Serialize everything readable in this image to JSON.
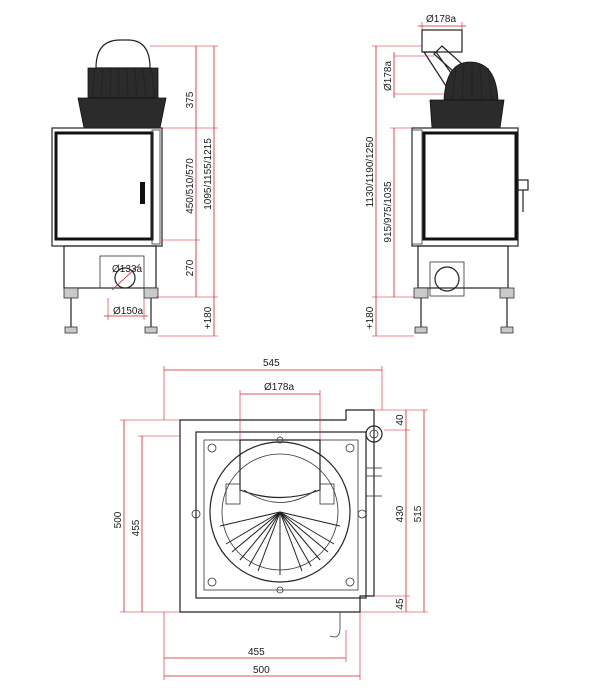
{
  "front_view": {
    "dims": {
      "dome_height": "375",
      "door_heights": "450/510/570",
      "total_heights": "1095/1155/1215",
      "base_height": "270",
      "leg_height": "+180",
      "outlet_diameter": "Ø133a",
      "outlet_diameter_bottom": "Ø150a"
    }
  },
  "side_view": {
    "dims": {
      "flue_top": "Ø178a",
      "flue_side": "Ø178a",
      "total_heights": "1130/1190/1250",
      "door_heights": "915/975/1035",
      "leg_height": "+180"
    }
  },
  "top_view": {
    "dims": {
      "overall_width": "545",
      "flue_diameter": "Ø178a",
      "right_top": "40",
      "right_mid": "430",
      "right_bottom": "45",
      "right_total": "515",
      "left_outer": "500",
      "left_inner": "455",
      "bottom_inner": "455",
      "bottom_outer": "500"
    }
  }
}
